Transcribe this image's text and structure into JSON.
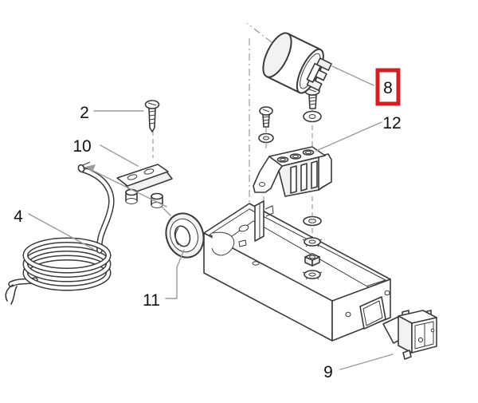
{
  "diagram": {
    "kind": "exploded-parts-diagram",
    "background": "#ffffff",
    "highlighted_part": "8",
    "parts": [
      {
        "number": "2",
        "name": "screw"
      },
      {
        "number": "4",
        "name": "power-cable"
      },
      {
        "number": "8",
        "name": "capacitor",
        "highlighted": true
      },
      {
        "number": "9",
        "name": "rocker-switch"
      },
      {
        "number": "10",
        "name": "cable-clamp"
      },
      {
        "number": "11",
        "name": "grommet"
      },
      {
        "number": "12",
        "name": "mounting-bracket"
      }
    ],
    "colors": {
      "line": "#3b3b3b",
      "leader": "#9b9b9b",
      "highlight": "#cd2127",
      "label": "#111111",
      "face": "#f2f2f2"
    }
  }
}
